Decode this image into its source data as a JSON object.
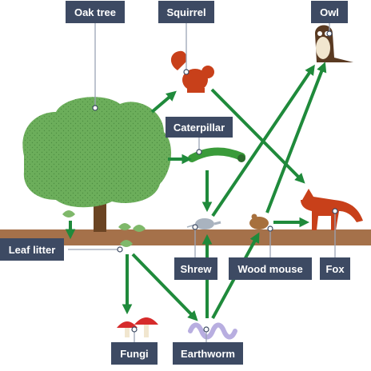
{
  "labels": {
    "oak_tree": "Oak tree",
    "squirrel": "Squirrel",
    "owl": "Owl",
    "caterpillar": "Caterpillar",
    "leaf_litter": "Leaf litter",
    "shrew": "Shrew",
    "wood_mouse": "Wood mouse",
    "fox": "Fox",
    "fungi": "Fungi",
    "earthworm": "Earthworm"
  },
  "colors": {
    "arrow": "#1f8a3b",
    "label_box": "#3d4a63",
    "ground": "#a5714a",
    "tree_foliage": "#6cae5b",
    "tree_trunk": "#6b4423"
  }
}
